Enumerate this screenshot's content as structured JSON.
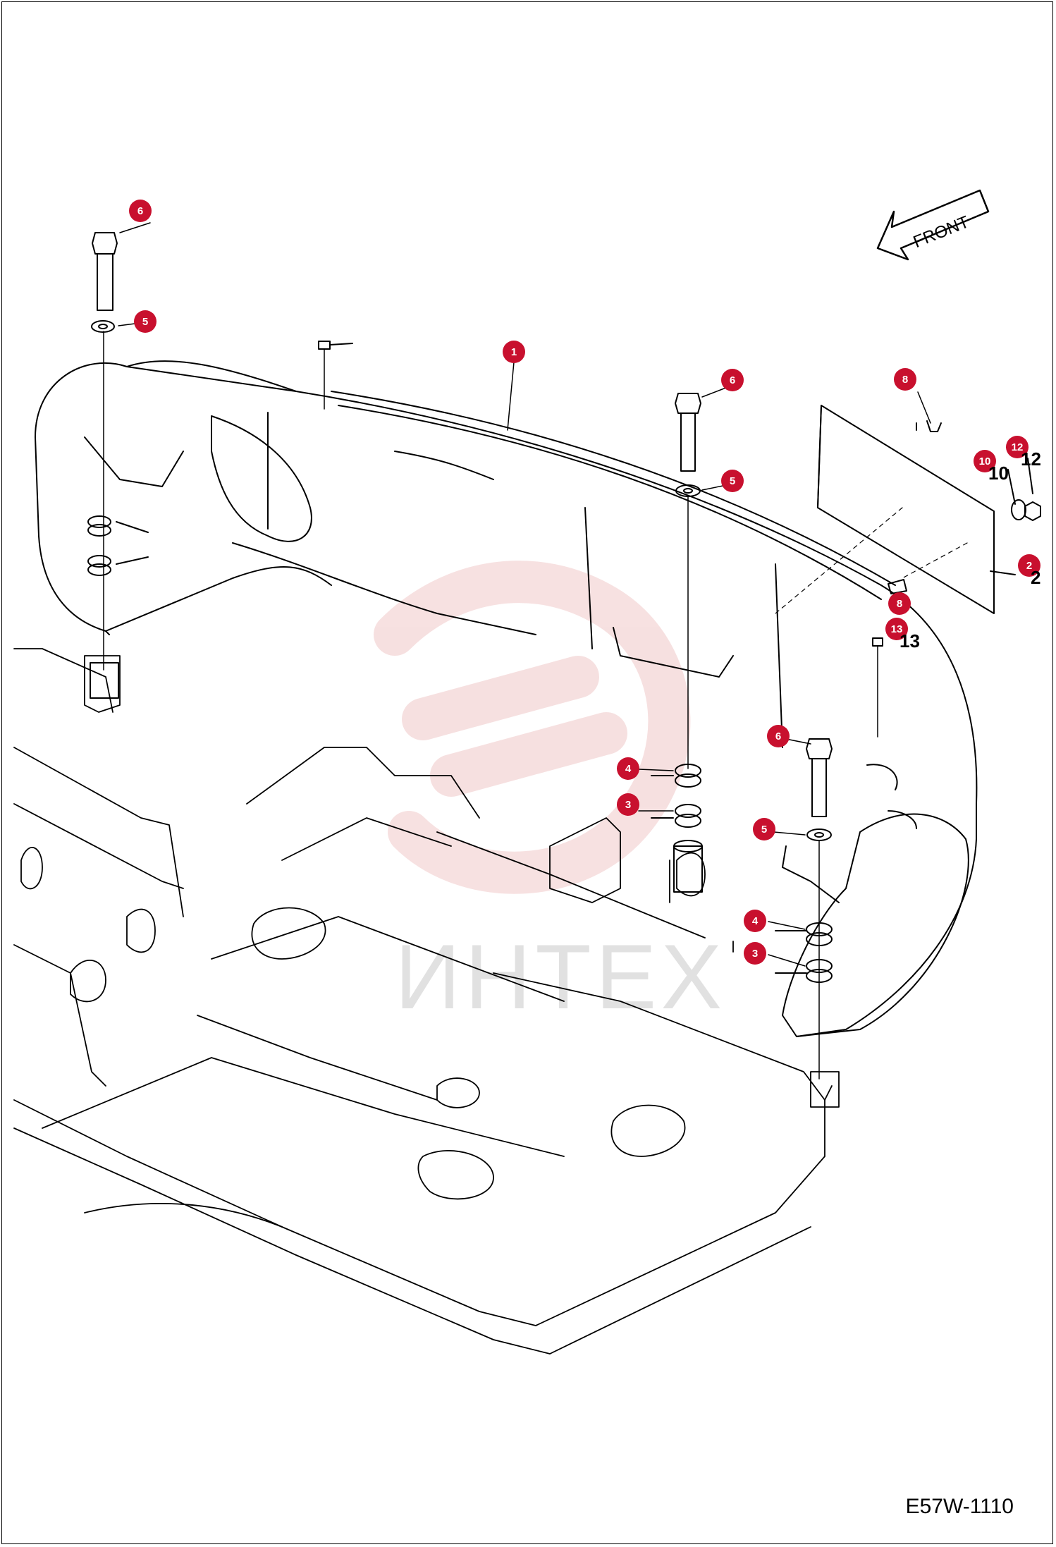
{
  "diagram": {
    "drawing_code": "E57W-1110",
    "front_label": "FRONT",
    "watermark_text": "ИНТЕХ",
    "callout_color": "#c8102e",
    "callouts": [
      {
        "id": "c6a",
        "label": "6"
      },
      {
        "id": "c5a",
        "label": "5"
      },
      {
        "id": "c1",
        "label": "1"
      },
      {
        "id": "c6b",
        "label": "6"
      },
      {
        "id": "c5b",
        "label": "5"
      },
      {
        "id": "c8a",
        "label": "8"
      },
      {
        "id": "c12",
        "label": "12"
      },
      {
        "id": "c10",
        "label": "10"
      },
      {
        "id": "c2",
        "label": "2"
      },
      {
        "id": "c8b",
        "label": "8"
      },
      {
        "id": "c13",
        "label": "13"
      },
      {
        "id": "c6c",
        "label": "6"
      },
      {
        "id": "c4a",
        "label": "4"
      },
      {
        "id": "c3a",
        "label": "3"
      },
      {
        "id": "c5c",
        "label": "5"
      },
      {
        "id": "c4b",
        "label": "4"
      },
      {
        "id": "c3b",
        "label": "3"
      }
    ],
    "part_numbers": [
      {
        "id": "n12",
        "label": "12"
      },
      {
        "id": "n10",
        "label": "10"
      },
      {
        "id": "n2",
        "label": "2"
      },
      {
        "id": "n13",
        "label": "13"
      }
    ]
  }
}
